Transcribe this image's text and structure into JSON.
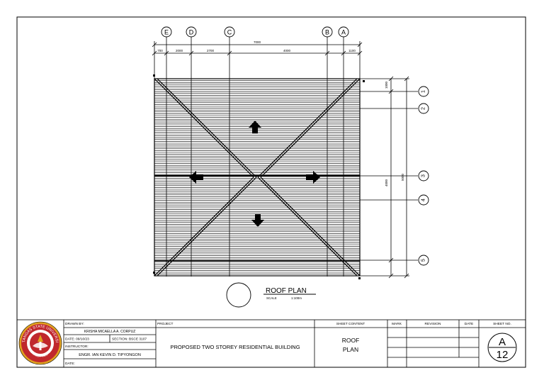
{
  "grid": {
    "columns": [
      "E",
      "D",
      "C",
      "B",
      "A"
    ],
    "rows": [
      "1",
      "2",
      "3",
      "4",
      "5"
    ],
    "overall_dimension": "7000",
    "column_dimensions": [
      "700",
      "2000",
      "2700",
      "4000",
      "1100"
    ],
    "row_dimensions": [
      "1000",
      "4000"
    ],
    "side_dimension": "5000"
  },
  "drawing": {
    "title": "ROOF PLAN",
    "scale_label": "SCALE",
    "scale_value": "1:100m"
  },
  "title_block": {
    "drawn_by_label": "DRAWN BY:",
    "drawn_by_name": "KRISHA MICAELLA A. CORPUZ",
    "date_label": "DATE: 09/10/23",
    "section_label": "SECTION: BSCE 3107",
    "instructor_label": "INSTRUCTOR:",
    "instructor_name": "ENGR. IAN KEVIN D. TIPYONGON",
    "date2_label": "DATE:",
    "project_label": "PROJECT",
    "project_name": "PROPOSED TWO STOREY RESIDENTIAL BUILDING",
    "sheet_content_label": "SHEET CONTENT",
    "sheet_content_line1": "ROOF",
    "sheet_content_line2": "PLAN",
    "mark_label": "MARK",
    "revision_label": "REVISION",
    "rev_date_label": "DATE",
    "sheet_no_label": "SHEET NO.",
    "sheet_letter": "A",
    "sheet_number": "12"
  },
  "logo": {
    "text_top": "BATANGAS STATE UNIVERSITY",
    "text_bottom": "PHILIPPINES"
  },
  "colors": {
    "ink": "#000000",
    "paper": "#ffffff",
    "logo_red": "#c0272d",
    "logo_gold": "#e0a020"
  }
}
